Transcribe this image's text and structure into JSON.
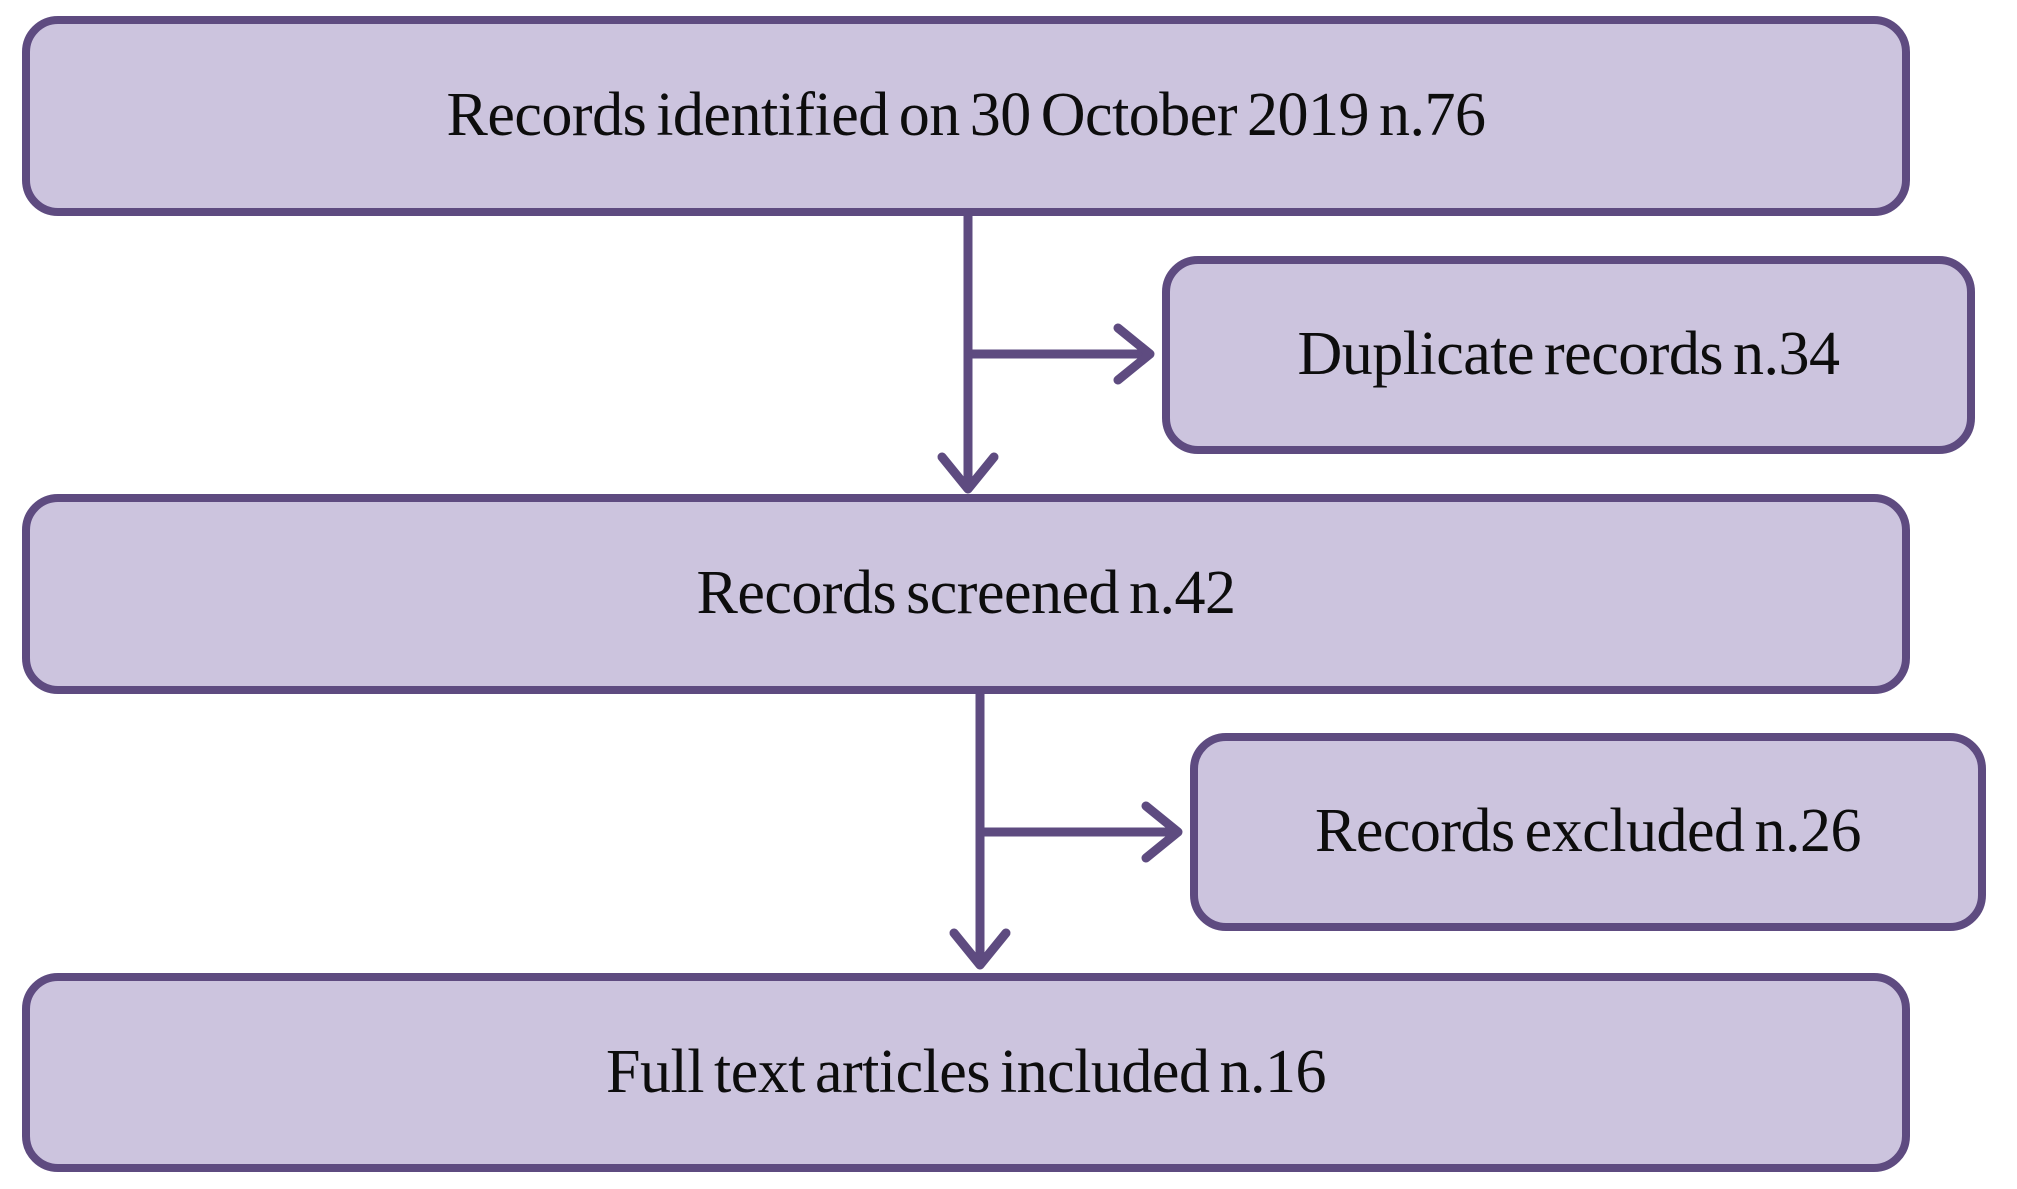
{
  "diagram": {
    "type": "flowchart",
    "description": "Study selection flow diagram",
    "colors": {
      "box_fill": "#ccc4de",
      "box_border": "#5e4b80",
      "arrow": "#5e4b80",
      "text": "#0d0d0d",
      "background": "#ffffff"
    },
    "nodes": [
      {
        "id": "records-identified",
        "label": "Records identified on 30 October 2019 n.76",
        "count": 76
      },
      {
        "id": "duplicate-records",
        "label": "Duplicate records n.34",
        "count": 34
      },
      {
        "id": "records-screened",
        "label": "Records screened n.42",
        "count": 42
      },
      {
        "id": "records-excluded",
        "label": "Records excluded n.26",
        "count": 26
      },
      {
        "id": "full-text-included",
        "label": "Full text articles included n.16",
        "count": 16
      }
    ],
    "edges": [
      {
        "from": "records-identified",
        "to": "records-screened",
        "direction": "down"
      },
      {
        "from": "records-identified",
        "to": "duplicate-records",
        "direction": "right-branch"
      },
      {
        "from": "records-screened",
        "to": "full-text-included",
        "direction": "down"
      },
      {
        "from": "records-screened",
        "to": "records-excluded",
        "direction": "right-branch"
      }
    ]
  }
}
